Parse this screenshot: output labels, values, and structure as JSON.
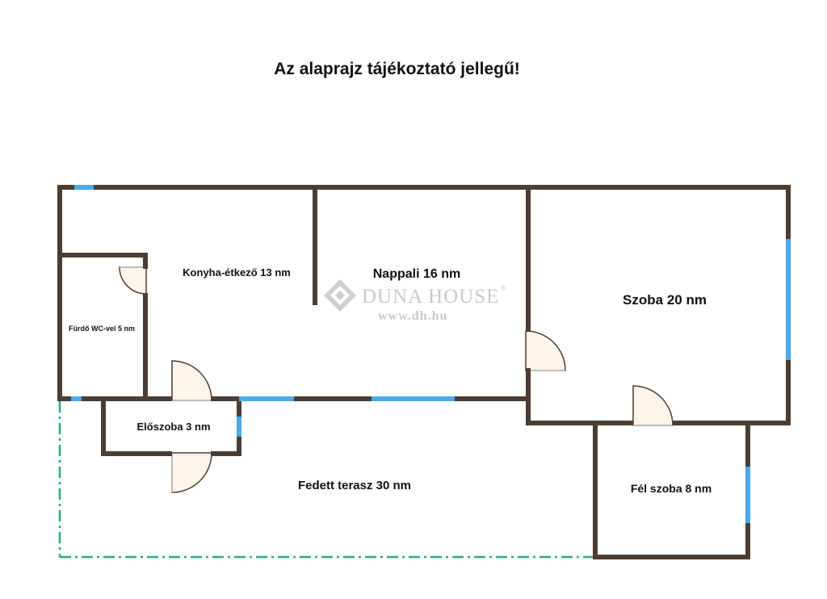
{
  "title": "Az alaprajz tájékoztató jellegű!",
  "rooms": {
    "kitchen": "Konyha-étkező 13 nm",
    "living": "Nappali 16 nm",
    "bedroom": "Szoba 20 nm",
    "bathroom": "Fürdő WC-vel 5 nm",
    "hall": "Előszoba 3 nm",
    "terrace": "Fedett terasz 30 nm",
    "half_room": "Fél szoba 8 nm"
  },
  "watermark": {
    "brand": "DUNA HOUSE",
    "registered": "®",
    "url": "www.dh.hu"
  },
  "colors": {
    "wall": "#4a3e34",
    "window": "#4aa9e8",
    "door_fill": "#fcf5ea",
    "terrace_line": "#2fa876",
    "watermark": "#c9c9c9"
  }
}
